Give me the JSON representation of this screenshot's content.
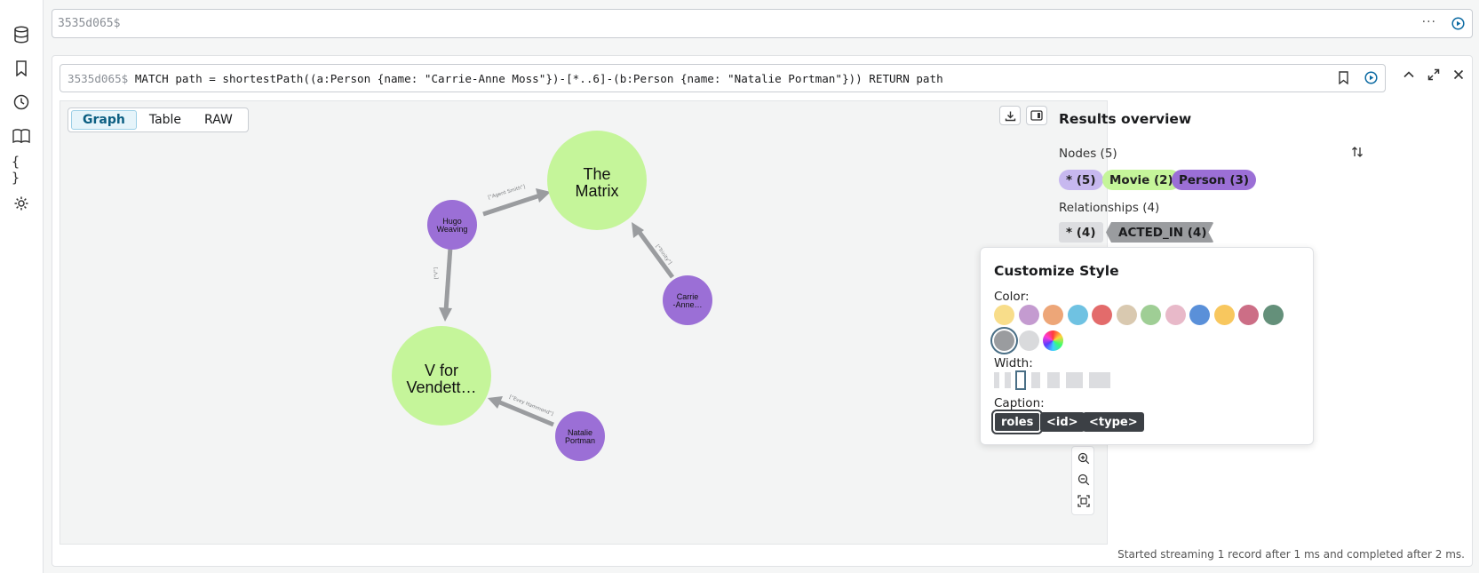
{
  "editor": {
    "prompt": "3535d065$",
    "more": "···"
  },
  "query": {
    "prompt": "3535d065$",
    "text": " MATCH path = shortestPath((a:Person {name: \"Carrie-Anne Moss\"})-[*..6]-(b:Person {name: \"Natalie Portman\"})) RETURN path"
  },
  "tabs": [
    {
      "label": "Graph",
      "active": true
    },
    {
      "label": "Table",
      "active": false
    },
    {
      "label": "RAW",
      "active": false
    }
  ],
  "graph": {
    "nodes": [
      {
        "id": "matrix",
        "caption": [
          "The",
          "Matrix"
        ],
        "label": "Movie"
      },
      {
        "id": "vendetta",
        "caption": [
          "V for",
          "Vendett…"
        ],
        "label": "Movie"
      },
      {
        "id": "hugo",
        "caption": [
          "Hugo",
          "Weaving"
        ],
        "label": "Person"
      },
      {
        "id": "carrie",
        "caption": [
          "Carrie",
          "-Anne…"
        ],
        "label": "Person"
      },
      {
        "id": "natalie",
        "caption": [
          "Natalie",
          "Portman"
        ],
        "label": "Person"
      }
    ],
    "edges": [
      {
        "from": "hugo",
        "to": "matrix",
        "caption": "[\"Agent Smith\"]"
      },
      {
        "from": "carrie",
        "to": "matrix",
        "caption": "[\"Trinity\"]"
      },
      {
        "from": "hugo",
        "to": "vendetta",
        "caption": "[\"V\"]"
      },
      {
        "from": "natalie",
        "to": "vendetta",
        "caption": "[\"Evey Hammond\"]"
      }
    ],
    "colors": {
      "movie": "#c5f59a",
      "person": "#9b6fd6",
      "edge": "#9a9c9f"
    }
  },
  "overview": {
    "title": "Results overview",
    "nodes_label": "Nodes (5)",
    "relationships_label": "Relationships (4)",
    "node_chips": [
      "* (5)",
      "Movie (2)",
      "Person (3)"
    ],
    "rel_chips": [
      "* (4)",
      "ACTED_IN (4)"
    ]
  },
  "style_popup": {
    "title": "Customize Style",
    "color_label": "Color:",
    "width_label": "Width:",
    "caption_label": "Caption:",
    "colors": [
      "#f8dd8a",
      "#c49bd0",
      "#eda678",
      "#6fc2e2",
      "#e36b6b",
      "#d9c9b0",
      "#9fce95",
      "#e8b9c9",
      "#5a90d9",
      "#f8c75e",
      "#cc6e86",
      "#64907a",
      "#9a9c9f",
      "#d9dadc"
    ],
    "selected_color": "#9a9c9f",
    "captions": [
      "roles",
      "<id>",
      "<type>"
    ],
    "selected_caption": "roles",
    "selected_width": 2
  },
  "status": "Started streaming 1 record after 1 ms and completed after 2 ms."
}
